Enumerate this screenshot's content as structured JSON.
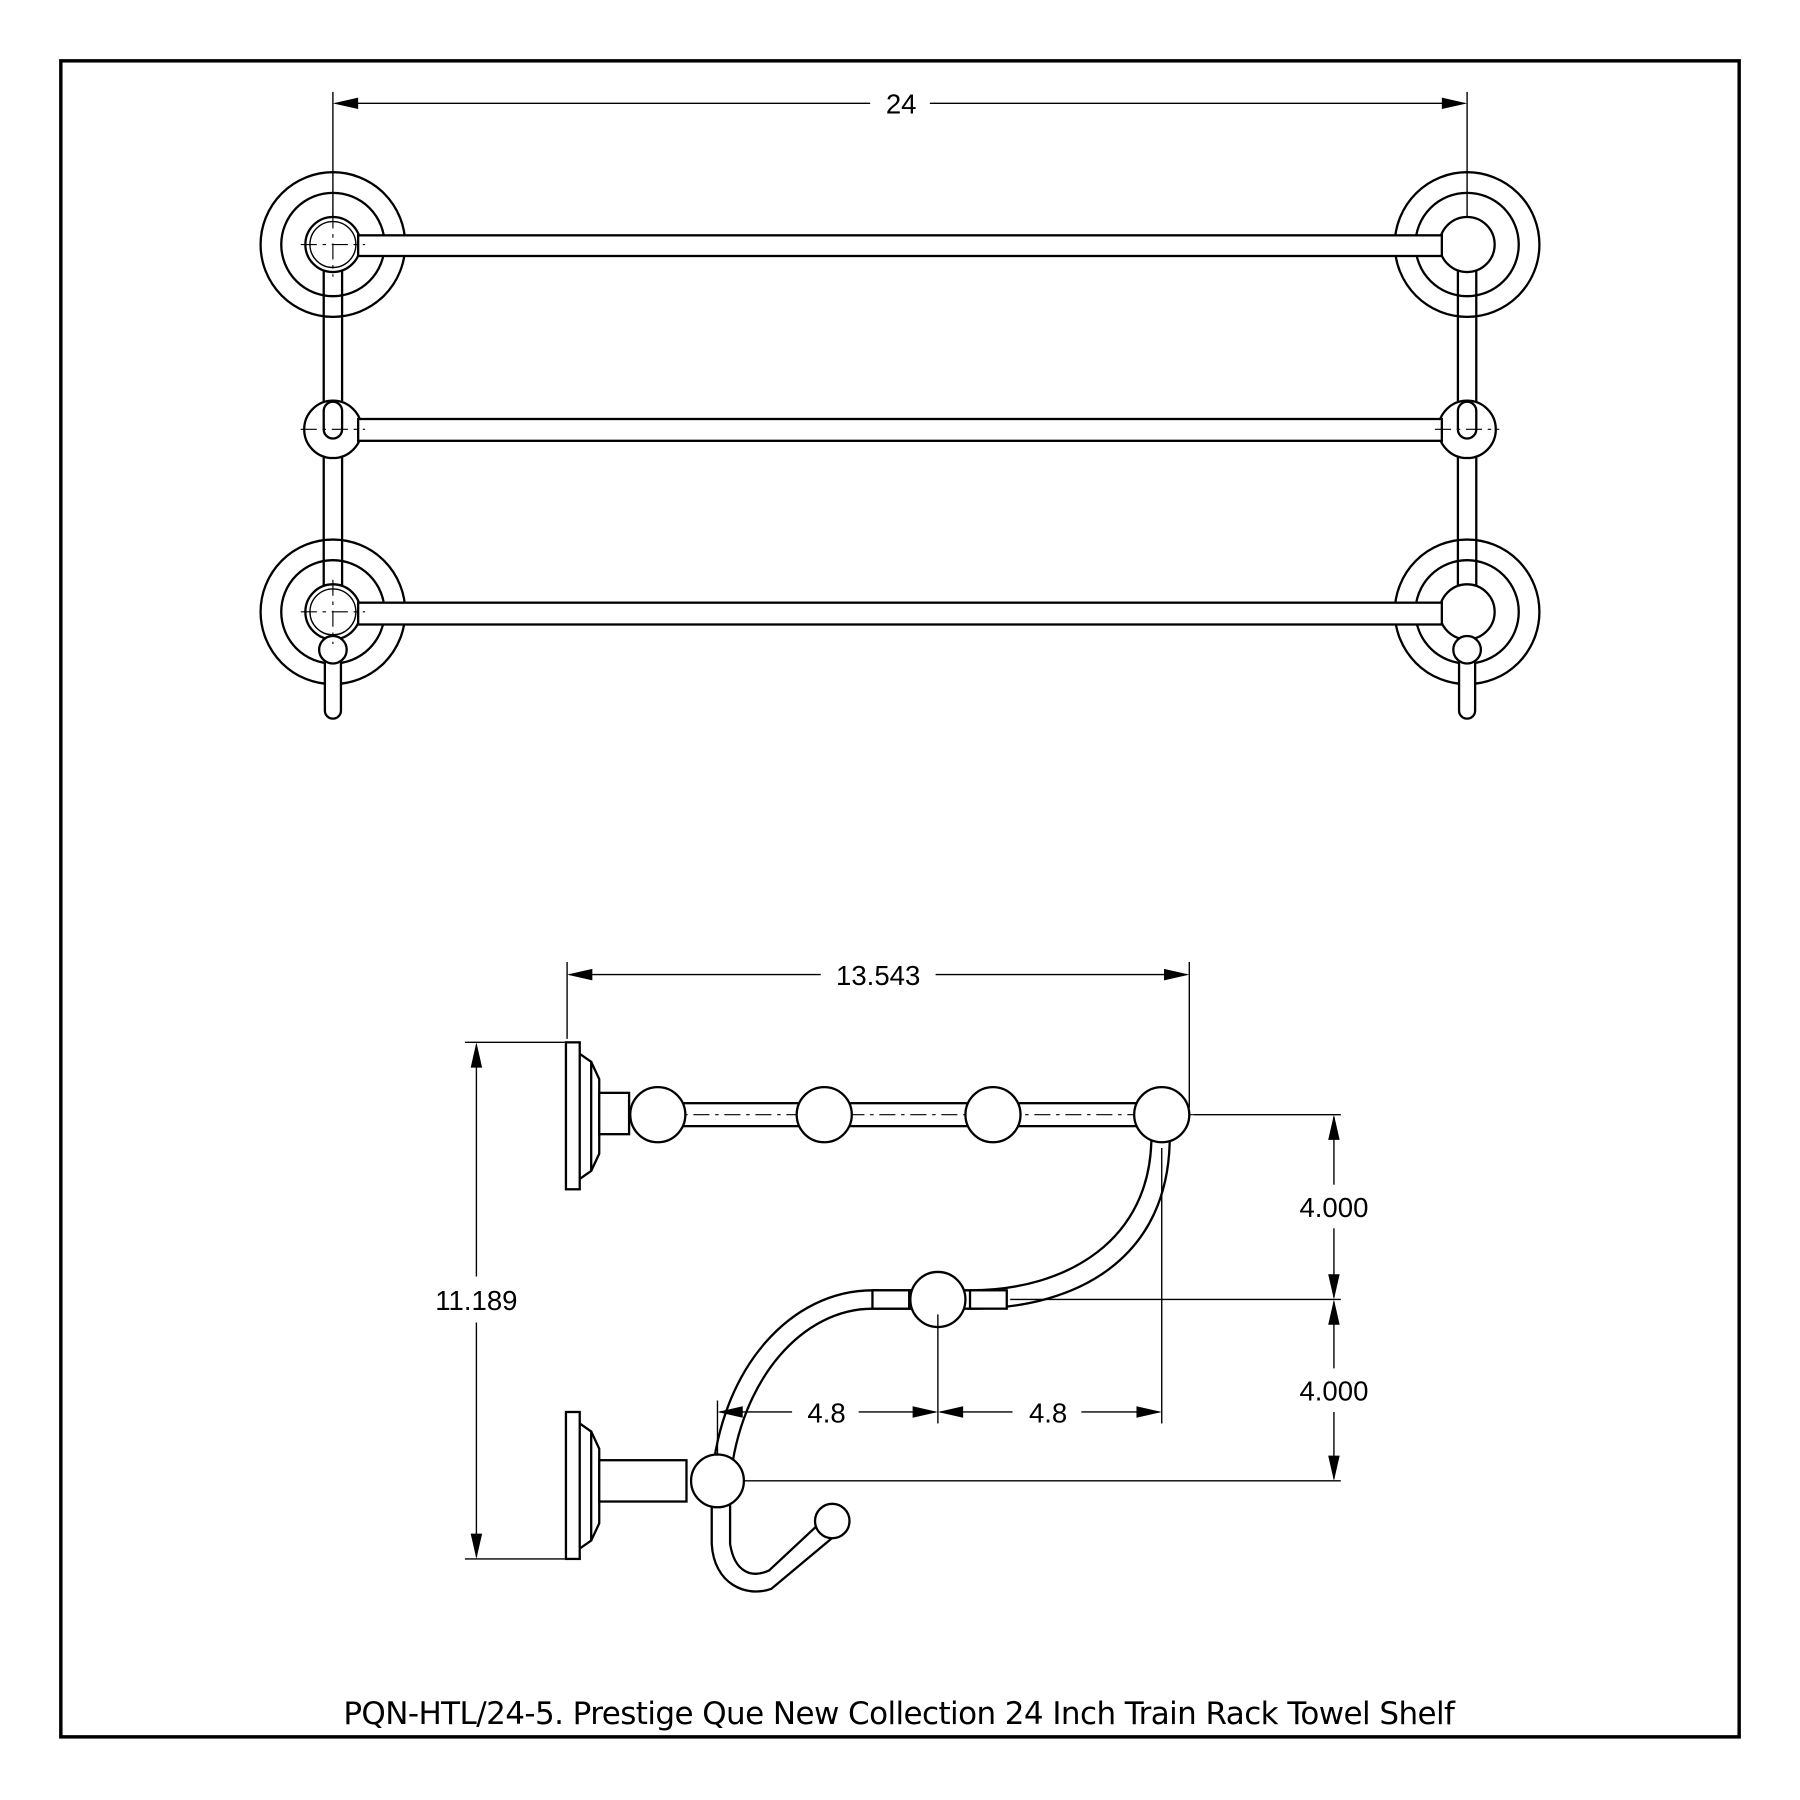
{
  "top_view": {
    "width_dimension": "24"
  },
  "side_view": {
    "depth_dimension": "13.543",
    "height_dimension": "11.189",
    "upper_drop_dimension": "4.000",
    "lower_drop_dimension": "4.000",
    "left_offset_dimension": "4.8",
    "right_offset_dimension": "4.8"
  },
  "caption": "PQN-HTL/24-5. Prestige Que New Collection 24 Inch Train Rack Towel Shelf"
}
